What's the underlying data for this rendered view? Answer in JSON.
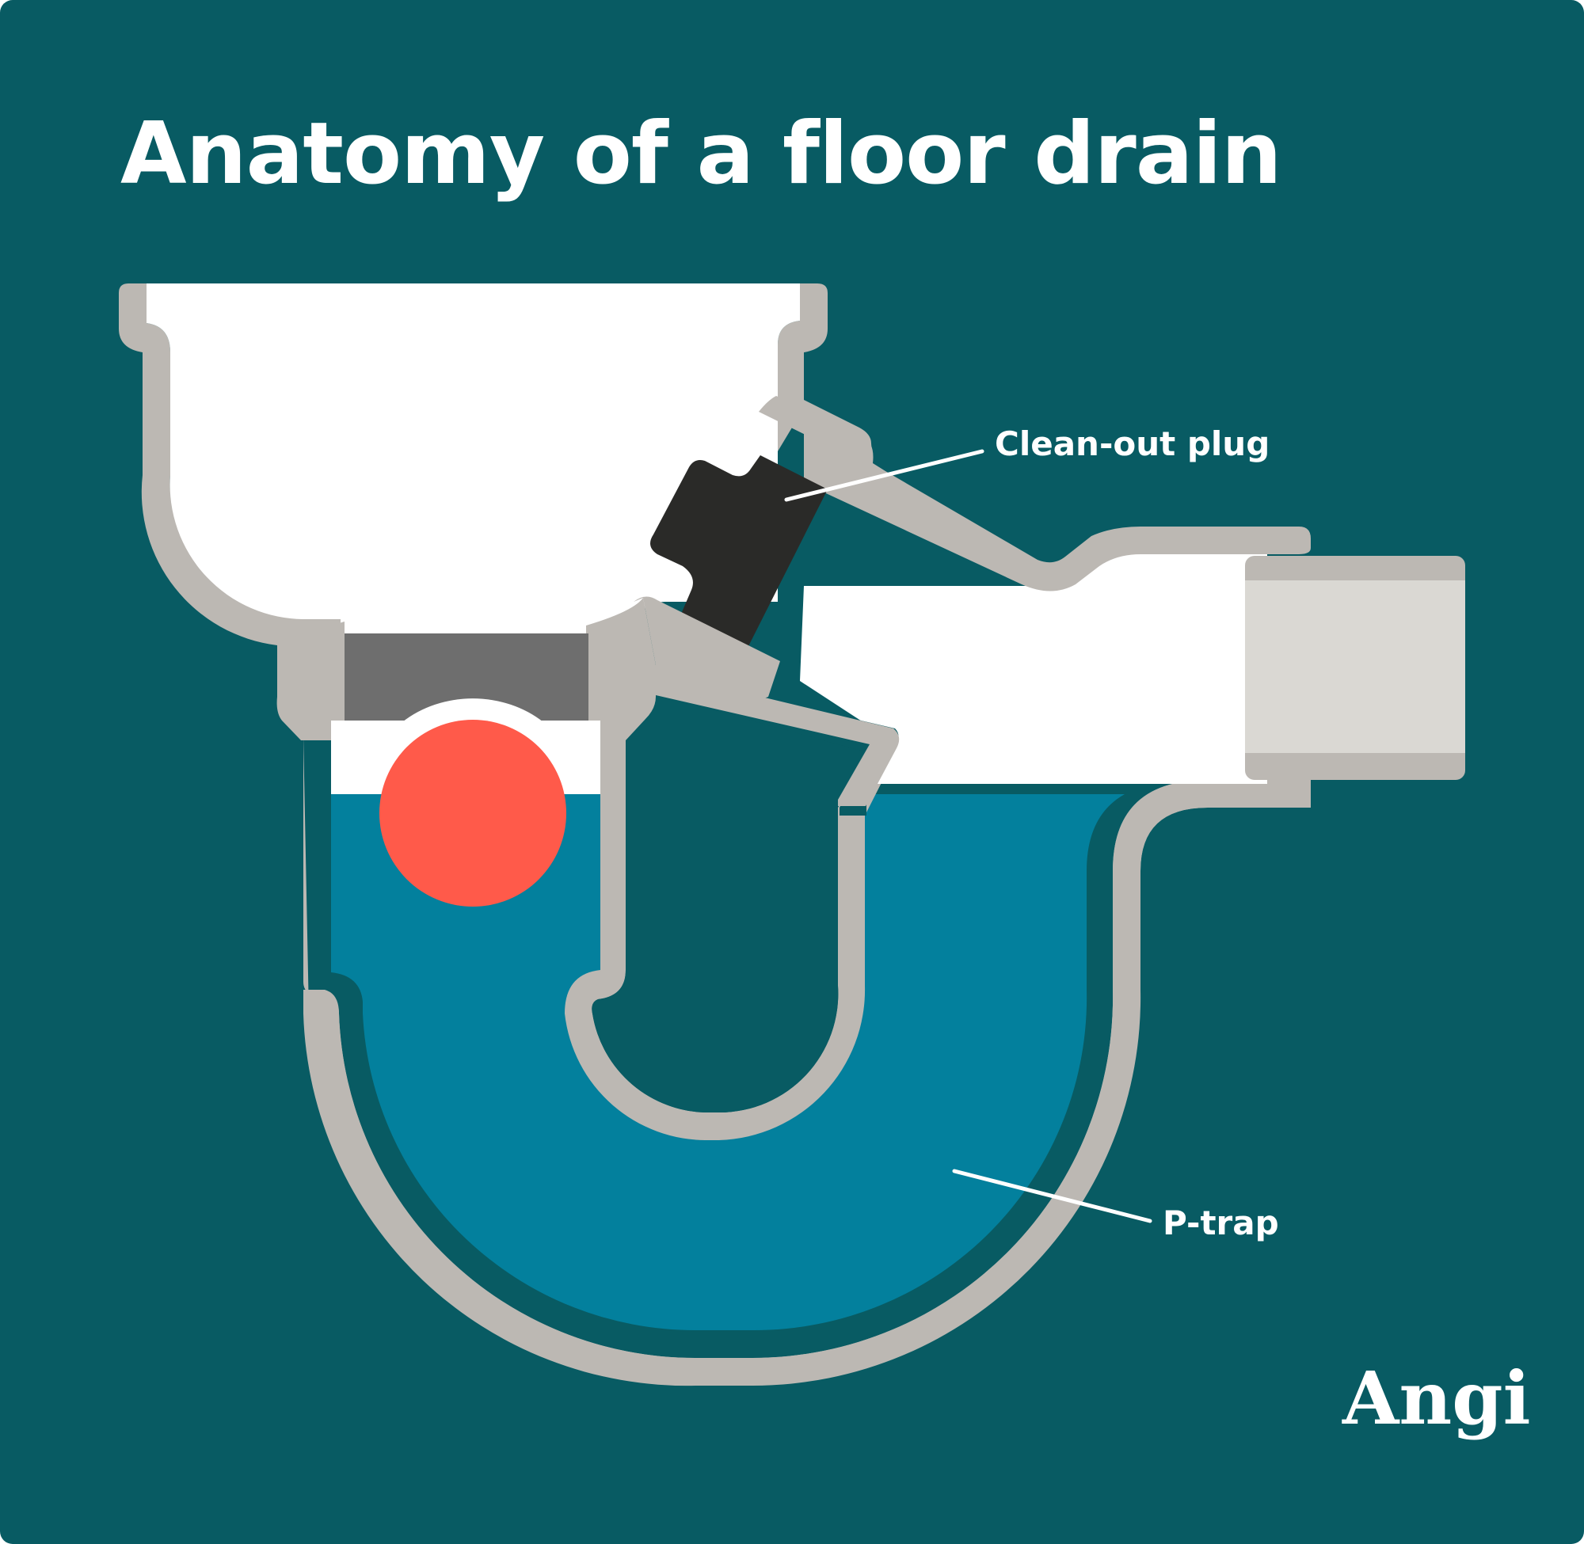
{
  "title": "Anatomy of a floor drain",
  "labels": {
    "cleanout": "Clean-out plug",
    "ptrap": "P-trap"
  },
  "brand": "Angi",
  "colors": {
    "background": "#085b63",
    "pipe": "#bcb8b3",
    "interior": "#ffffff",
    "water": "#03809d",
    "plug": "#2a2a28",
    "strainer": "#6e6e6e",
    "ball": "#ff5a4a",
    "coupling": "#dad8d3"
  }
}
